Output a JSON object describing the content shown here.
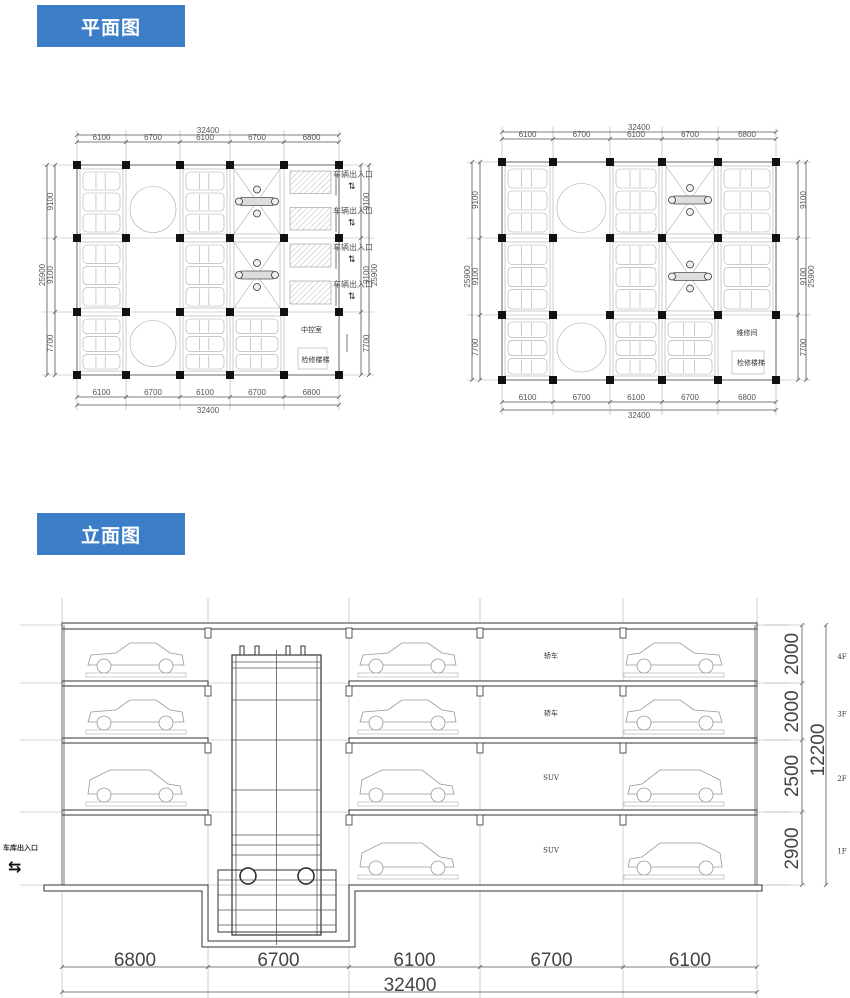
{
  "sections": {
    "plan_title": "平面图",
    "elevation_title": "立面图"
  },
  "plan_left": {
    "top_total": "32400",
    "top_spans": [
      "6100",
      "6700",
      "6100",
      "6700",
      "6800"
    ],
    "bottom_spans": [
      "6100",
      "6700",
      "6100",
      "6700",
      "6800"
    ],
    "bottom_total": "32400",
    "side_spans": [
      "9100",
      "9100",
      "7700"
    ],
    "side_total": "25900",
    "control_room": "中控室",
    "maintenance_stairs": "检修楼梯",
    "entrance_label": "车辆出入口"
  },
  "plan_right": {
    "top_total": "32400",
    "top_spans": [
      "6100",
      "6700",
      "6100",
      "6700",
      "6800"
    ],
    "bottom_spans": [
      "6100",
      "6700",
      "6100",
      "6700",
      "6800"
    ],
    "bottom_total": "32400",
    "side_spans": [
      "9100",
      "9100",
      "7700"
    ],
    "side_total": "25900",
    "repair_room": "维修间",
    "maintenance_stairs": "检修楼梯"
  },
  "elevation": {
    "entrance_label": "车库出入口",
    "bay_spans": [
      "6800",
      "6700",
      "6100",
      "6700",
      "6100"
    ],
    "total_width": "32400",
    "floor_heights": [
      "2000",
      "2000",
      "2500",
      "2900"
    ],
    "total_height": "12200",
    "floors": [
      "4F",
      "3F",
      "2F",
      "1F"
    ],
    "car_types": [
      "轿车",
      "轿车",
      "SUV",
      "SUV"
    ]
  },
  "colors": {
    "header_bg": "#3b7dc6"
  }
}
